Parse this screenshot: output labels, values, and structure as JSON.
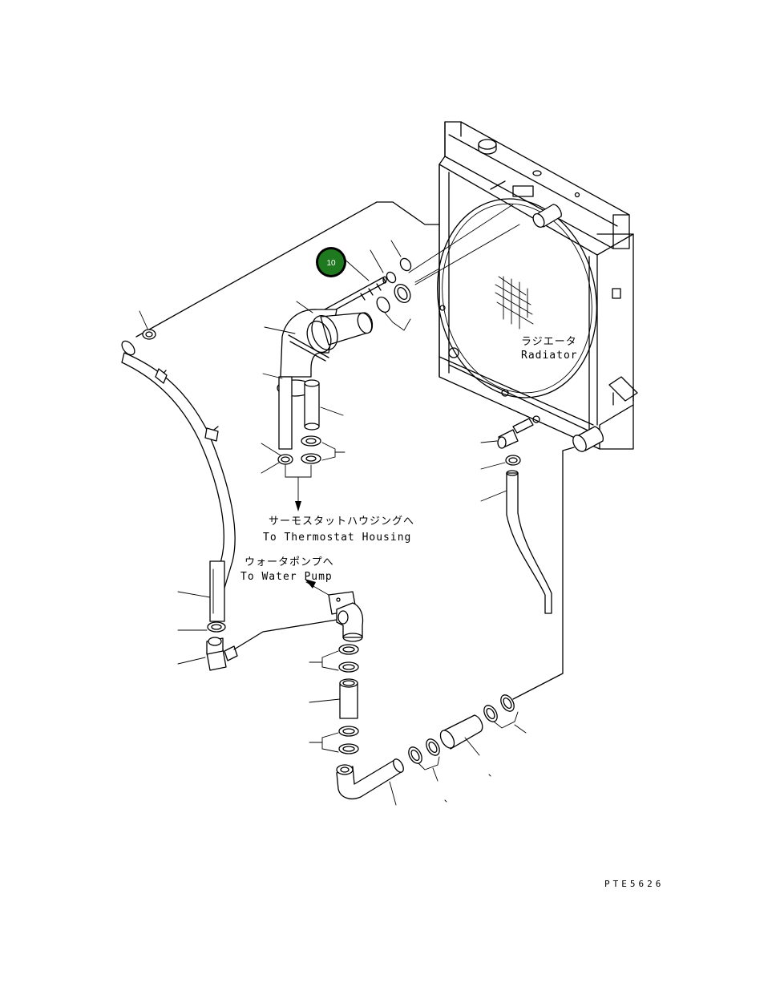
{
  "labels": {
    "radiator_jp": "ラジエータ",
    "radiator_en": "Radiator",
    "thermostat_jp": "サーモスタットハウジングへ",
    "thermostat_en": "To Thermostat Housing",
    "pump_jp": "ウォータポンプへ",
    "pump_en": "To Water Pump",
    "drawing_code": "PTE5626"
  },
  "callouts": [
    {
      "number": "10",
      "color": "#1f7a1f"
    }
  ]
}
